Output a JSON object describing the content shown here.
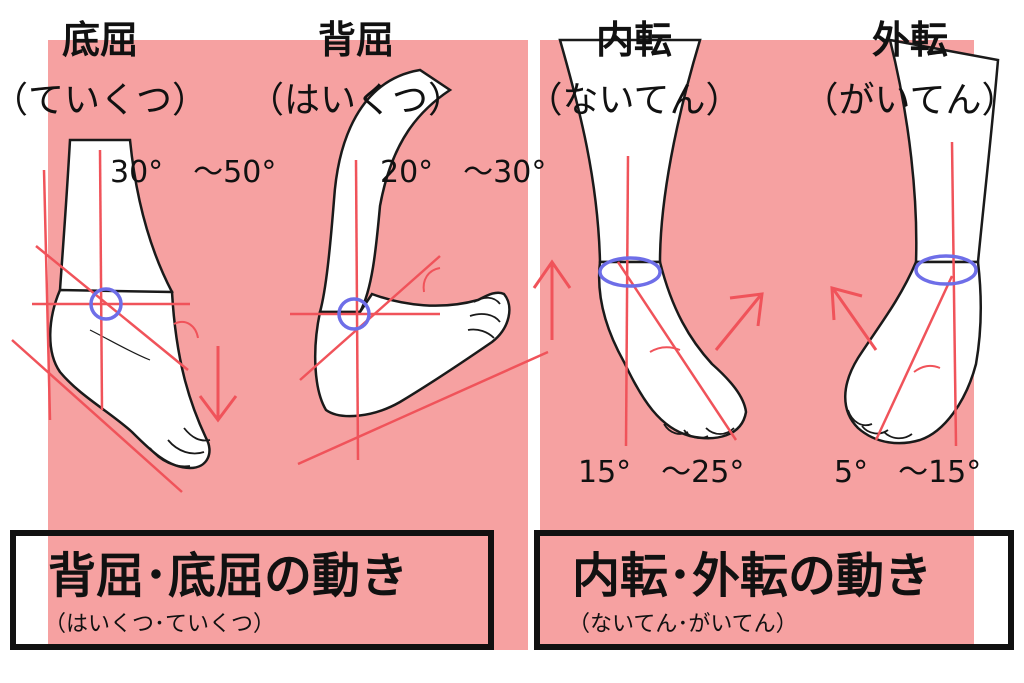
{
  "colors": {
    "background_band": "#f6a1a1",
    "axis_line": "#f0535a",
    "joint_marker": "#6e6ee8",
    "foot_fill": "#ffffff",
    "foot_outline": "#1a1a1a",
    "text": "#111111"
  },
  "movements": [
    {
      "title": "底屈",
      "reading": "（ていくつ）",
      "range": "30°　〜50°"
    },
    {
      "title": "背屈",
      "reading": "（はいくつ）",
      "range": "20°　〜30°"
    },
    {
      "title": "内転",
      "reading": "（ないてん）",
      "range": "15°　〜25°"
    },
    {
      "title": "外転",
      "reading": "（がいてん）",
      "range": "5°　〜15°"
    }
  ],
  "panels": [
    {
      "title": "背屈･底屈の動き",
      "subtitle": "（はいくつ･ていくつ）"
    },
    {
      "title": "内転･外転の動き",
      "subtitle": "（ないてん･がいてん）"
    }
  ]
}
